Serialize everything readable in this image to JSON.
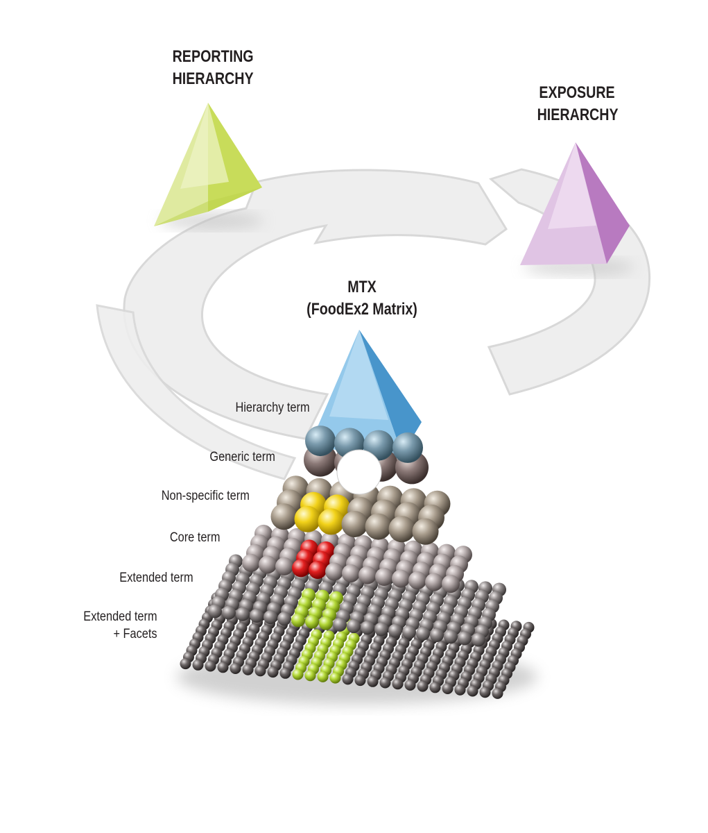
{
  "titles": {
    "reporting": [
      "REPORTING",
      "HIERARCHY"
    ],
    "exposure": [
      "EXPOSURE",
      "HIERARCHY"
    ],
    "mtx": [
      "MTX",
      "(FoodEx2 Matrix)"
    ]
  },
  "levels": [
    {
      "label": "Hierarchy term"
    },
    {
      "label": "Generic term"
    },
    {
      "label": "Non-specific term"
    },
    {
      "label": "Core term"
    },
    {
      "label": "Extended term"
    },
    {
      "label": "Extended term",
      "label2": "+ Facets"
    }
  ],
  "colors": {
    "reporting_pyramid": "#d4e47a",
    "exposure_pyramid": "#c890cf",
    "mtx_pyramid": "#5aa9dc",
    "cycle_arrow": "#eeeeee",
    "generic_sphere": "#8c7a78",
    "nonspecific_sphere": "#a89c8c",
    "core_sphere": "#b0a6a6",
    "extended_sphere": "#8c8686",
    "facet_sphere": "#6e6868",
    "highlight_yellow": "#f2d21a",
    "highlight_red": "#e22020",
    "highlight_green": "#b4d83a"
  }
}
